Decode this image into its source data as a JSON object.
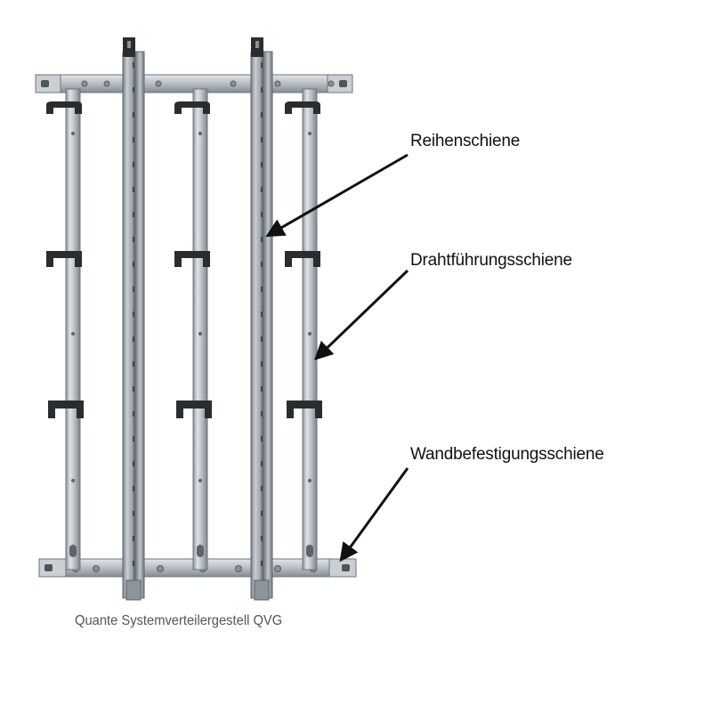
{
  "labels": {
    "row_rail": "Reihenschiene",
    "wire_guide_rail": "Drahtführungsschiene",
    "wall_mount_rail": "Wandbefestigungsschiene"
  },
  "caption": "Quante Systemverteilergestell QVG",
  "colors": {
    "steel_light": "#d3d8dc",
    "steel_mid": "#a9b0b6",
    "steel_dark": "#6e767c",
    "clip": "#2a2d30",
    "arrow": "#111111"
  },
  "icons": {
    "arrow": "arrow-icon",
    "clip": "cable-clip-icon",
    "screw": "screw-icon"
  }
}
